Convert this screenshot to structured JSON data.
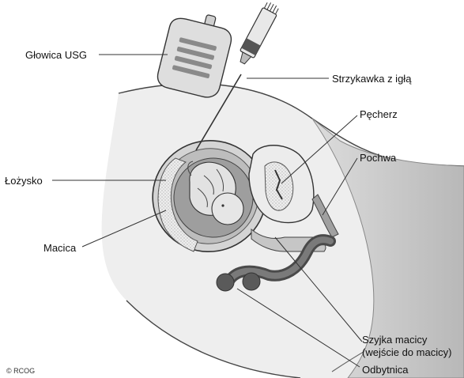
{
  "labels": {
    "probe": "Głowica USG",
    "syringe": "Strzykawka z igłą",
    "bladder": "Pęcherz",
    "vagina": "Pochwa",
    "placenta": "Łożysko",
    "uterus": "Macica",
    "cervix_line1": "Szyjka macicy",
    "cervix_line2": "(wejście do macicy)",
    "rectum": "Odbytnica"
  },
  "credit": "© RCOG"
}
